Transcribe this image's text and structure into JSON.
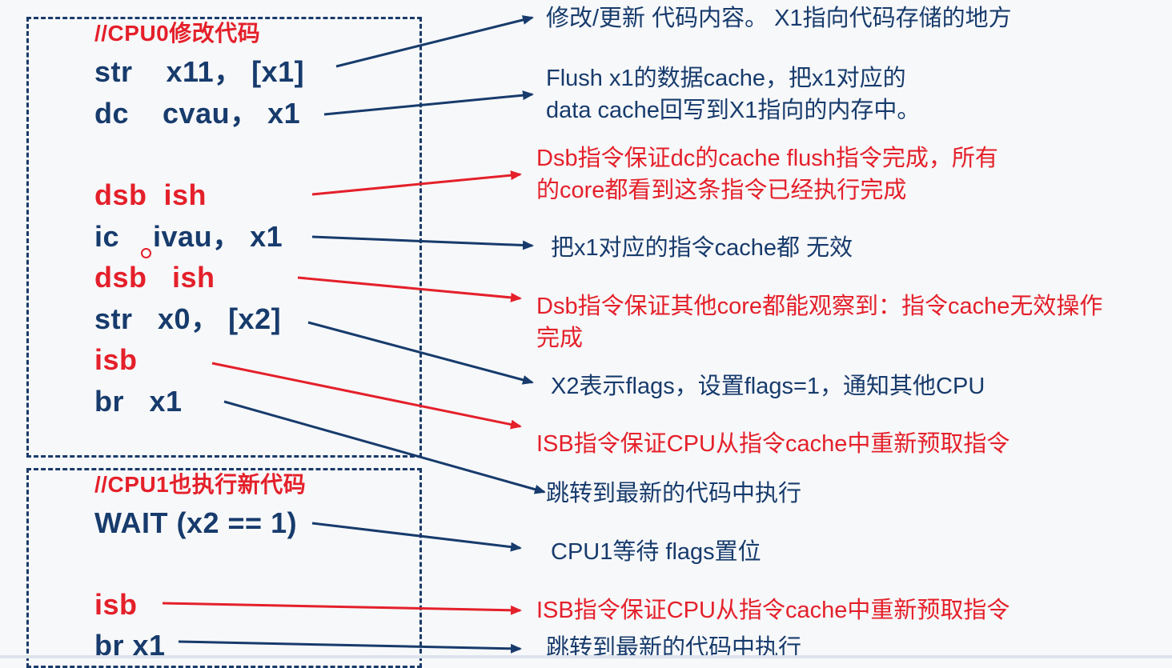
{
  "colors": {
    "code_blue": "#173b6c",
    "accent_red": "#e4202a"
  },
  "cpu0": {
    "comment": "//CPU0修改代码",
    "lines": [
      "str    x11， [x1]",
      "dc    cvau， x1",
      "dsb  ish",
      "ic    ivau， x1",
      "dsb   ish",
      "str   x0， [x2]",
      "isb",
      "br   x1"
    ]
  },
  "cpu1": {
    "comment": "//CPU1也执行新代码",
    "lines": [
      "WAIT (x2 == 1)",
      "isb",
      "br x1"
    ]
  },
  "notes": {
    "n1": "修改/更新 代码内容。 X1指向代码存储的地方",
    "n2a": "Flush x1的数据cache，把x1对应的",
    "n2b": "data cache回写到X1指向的内存中。",
    "n3a": "Dsb指令保证dc的cache flush指令完成，所有",
    "n3b": "的core都看到这条指令已经执行完成",
    "n4": "把x1对应的指令cache都 无效",
    "n5a": "Dsb指令保证其他core都能观察到：指令cache无效操作",
    "n5b": "完成",
    "n6": "X2表示flags，设置flags=1，通知其他CPU",
    "n7": "ISB指令保证CPU从指令cache中重新预取指令",
    "n8": "跳转到最新的代码中执行",
    "n9": "CPU1等待 flags置位",
    "n10": "ISB指令保证CPU从指令cache中重新预取指令",
    "n11": "跳转到最新的代码中执行"
  }
}
